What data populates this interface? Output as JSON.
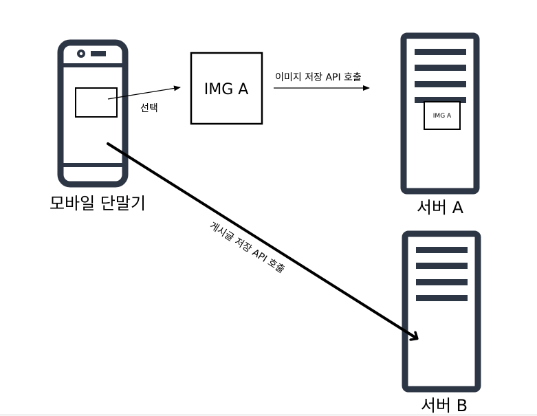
{
  "mobile": {
    "label": "모바일 단말기"
  },
  "image_box": {
    "label": "IMG A"
  },
  "select_arrow": {
    "label": "선택"
  },
  "save_image_arrow": {
    "label": "이미지 저장 API 호출"
  },
  "post_arrow": {
    "label": "게시글 저장 API 호출"
  },
  "server_a": {
    "label": "서버 A",
    "stored_image_label": "IMG A"
  },
  "server_b": {
    "label": "서버 B"
  },
  "colors": {
    "device_frame": "#2d3645",
    "stroke": "#000000"
  }
}
